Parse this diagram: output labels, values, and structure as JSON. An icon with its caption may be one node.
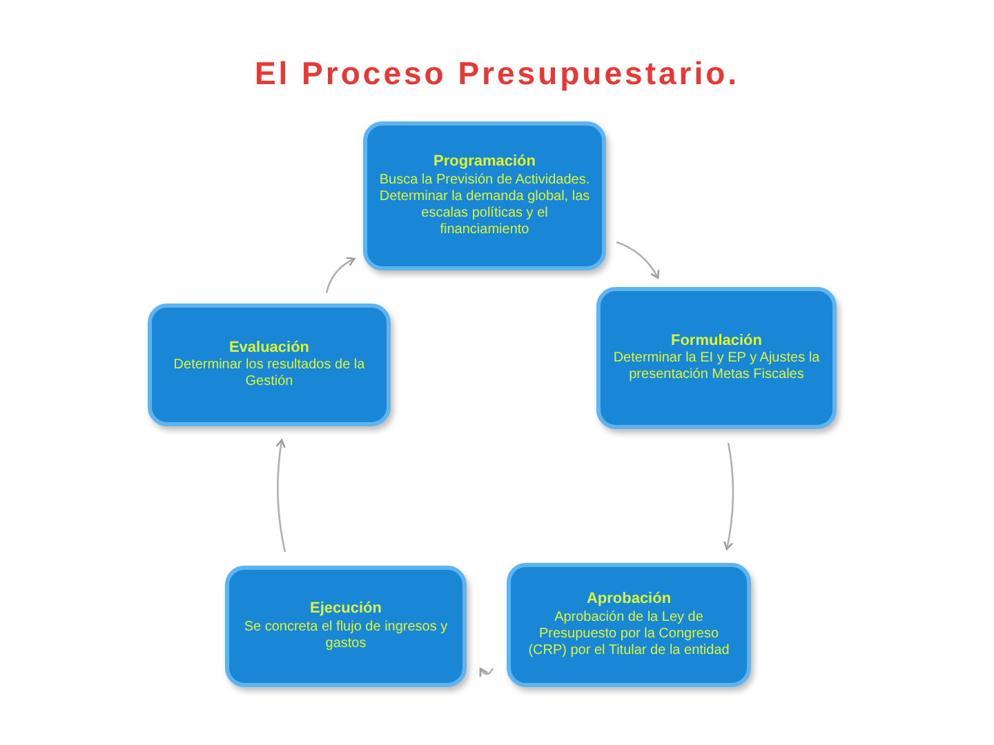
{
  "diagram": {
    "title": "El Proceso Presupuestario.",
    "nodes": [
      {
        "text": [
          "Programación",
          "Busca la Previsión de Actividades. Determinar la demanda global, las escalas políticas y el financiamiento"
        ]
      },
      {
        "text": [
          "Formulación",
          "Determinar la EI y EP y Ajustes la presentación Metas Fiscales"
        ]
      },
      {
        "text": [
          "Aprobación",
          "Aprobación de la Ley de Presupuesto por la Congreso (CRP) por el Titular de la entidad"
        ]
      },
      {
        "text": [
          "Ejecución",
          "Se concreta el flujo de ingresos y gastos"
        ]
      },
      {
        "text": [
          "Evaluación",
          "Determinar los resultados de la Gestión"
        ]
      }
    ],
    "edges": [
      {
        "from": 0,
        "to": 1,
        "arrow": "to"
      },
      {
        "from": 1,
        "to": 2,
        "arrow": "to"
      },
      {
        "from": 2,
        "to": 3,
        "arrow": "to"
      },
      {
        "from": 3,
        "to": 4,
        "arrow": "to"
      },
      {
        "from": 4,
        "to": 0,
        "arrow": "to"
      }
    ]
  }
}
